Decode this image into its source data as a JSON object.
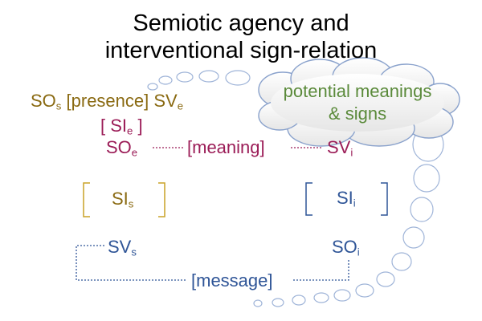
{
  "title": {
    "line1": "Semiotic agency and",
    "line2": "interventional sign-relation"
  },
  "cloud": {
    "line1": "potential meanings",
    "line2": "& signs",
    "color": "#5a8a3a"
  },
  "presence": {
    "so": "SO",
    "so_sub": "s",
    "label": "[presence]",
    "sv": "SV",
    "sv_sub": "e",
    "color": "#8a6a12"
  },
  "si_e": {
    "open": "[ SI",
    "sub": "e",
    "close": " ]",
    "color": "#9b1c57"
  },
  "meaning": {
    "so": "SO",
    "so_sub": "e",
    "label": "[meaning]",
    "sv": "SV",
    "sv_sub": "i",
    "color": "#9b1c57"
  },
  "si_s": {
    "text": "SI",
    "sub": "s",
    "color": "#8a6a12"
  },
  "si_i": {
    "text": "SI",
    "sub": "i",
    "color": "#2f5597"
  },
  "message": {
    "sv": "SV",
    "sv_sub": "s",
    "so": "SO",
    "so_sub": "i",
    "label": "[message]",
    "color": "#2f5597"
  }
}
